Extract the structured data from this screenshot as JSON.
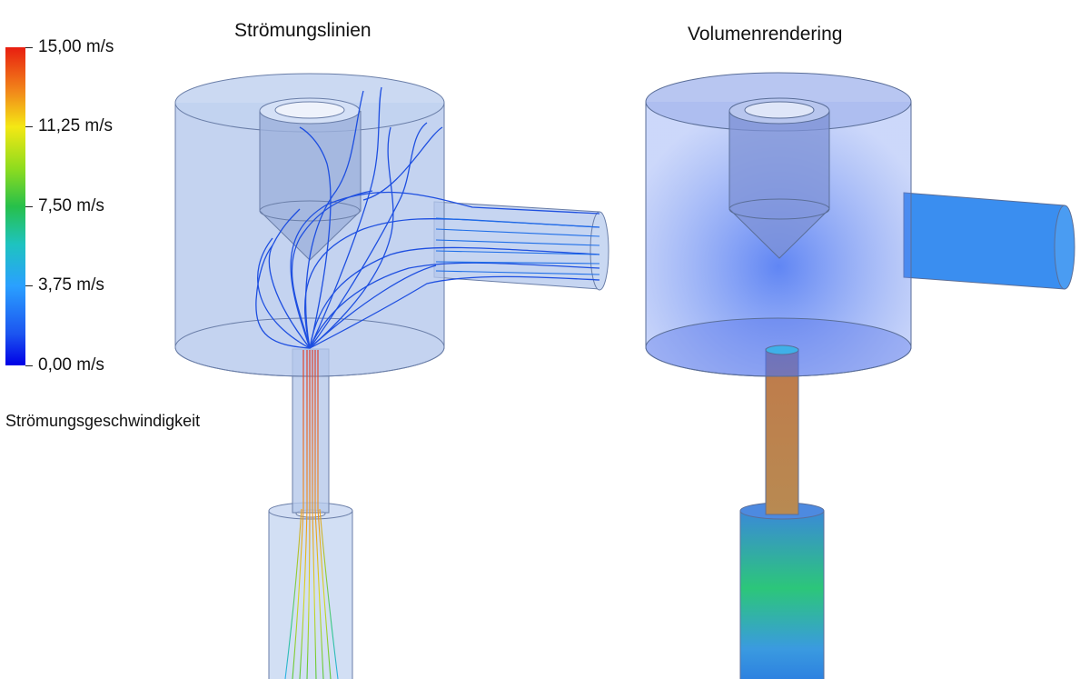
{
  "titles": {
    "left": "Strömungslinien",
    "right": "Volumenrendering"
  },
  "legend": {
    "ticks": [
      "15,00 m/s",
      "11,25 m/s",
      "7,50 m/s",
      "3,75 m/s",
      "0,00 m/s"
    ],
    "caption": "Strömungsgeschwindigkeit",
    "colors": [
      "#e81e10",
      "#f4e814",
      "#27c04a",
      "#2aa0ff",
      "#0000e6"
    ]
  }
}
